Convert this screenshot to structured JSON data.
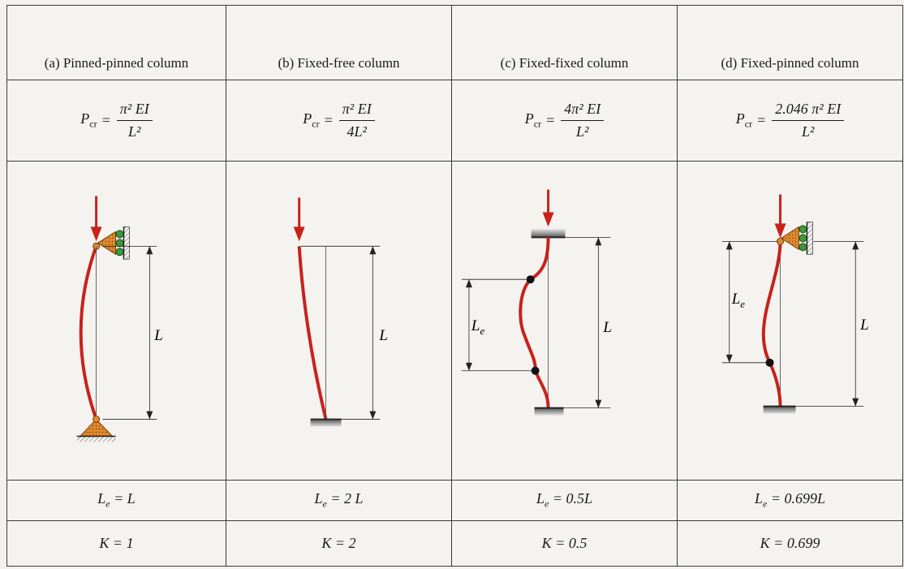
{
  "columns": [
    {
      "title": "(a) Pinned-pinned column",
      "formula": {
        "lhs": "P",
        "lhs_sub": "cr",
        "numerator": "π² EI",
        "denominator": "L²"
      },
      "diagram_labels": {
        "length": "L"
      },
      "effective_length": {
        "symbol": "L",
        "sub": "e",
        "rhs": "= L"
      },
      "k_value": "K = 1"
    },
    {
      "title": "(b) Fixed-free column",
      "formula": {
        "lhs": "P",
        "lhs_sub": "cr",
        "numerator": "π² EI",
        "denominator": "4L²"
      },
      "diagram_labels": {
        "length": "L"
      },
      "effective_length": {
        "symbol": "L",
        "sub": "e",
        "rhs": "= 2 L"
      },
      "k_value": "K = 2"
    },
    {
      "title": "(c) Fixed-fixed column",
      "formula": {
        "lhs": "P",
        "lhs_sub": "cr",
        "numerator": "4π² EI",
        "denominator": "L²"
      },
      "diagram_labels": {
        "length": "L",
        "effective": "L",
        "effective_sub": "e"
      },
      "effective_length": {
        "symbol": "L",
        "sub": "e",
        "rhs": "= 0.5L"
      },
      "k_value": "K = 0.5"
    },
    {
      "title": "(d) Fixed-pinned column",
      "formula": {
        "lhs": "P",
        "lhs_sub": "cr",
        "numerator": "2.046 π² EI",
        "denominator": "L²"
      },
      "diagram_labels": {
        "length": "L",
        "effective": "L",
        "effective_sub": "e"
      },
      "effective_length": {
        "symbol": "L",
        "sub": "e",
        "rhs": "= 0.699L"
      },
      "k_value": "K = 0.699"
    }
  ],
  "colors": {
    "column": "#c8221b",
    "arrow": "#c8221b",
    "support": "#e08a2c",
    "roller": "#3d9a3a",
    "inflection_point": "#111111",
    "dimension_line": "#222222"
  },
  "icons": [
    "downward-load-arrow",
    "pin-support",
    "roller-support",
    "fixed-base",
    "inflection-point"
  ]
}
